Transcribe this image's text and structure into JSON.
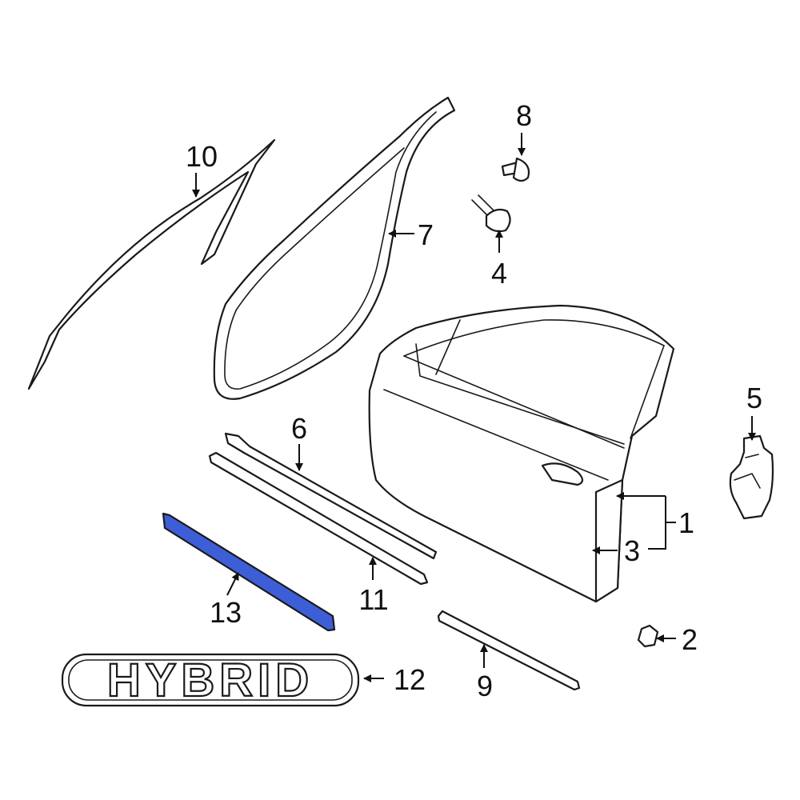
{
  "diagram": {
    "highlight_color": "#3d5ed6",
    "callouts": {
      "c1": "1",
      "c2": "2",
      "c3": "3",
      "c4": "4",
      "c5": "5",
      "c6": "6",
      "c7": "7",
      "c8": "8",
      "c9": "9",
      "c10": "10",
      "c11": "11",
      "c12": "12",
      "c13": "13"
    },
    "emblem_text": "HYBRID"
  }
}
